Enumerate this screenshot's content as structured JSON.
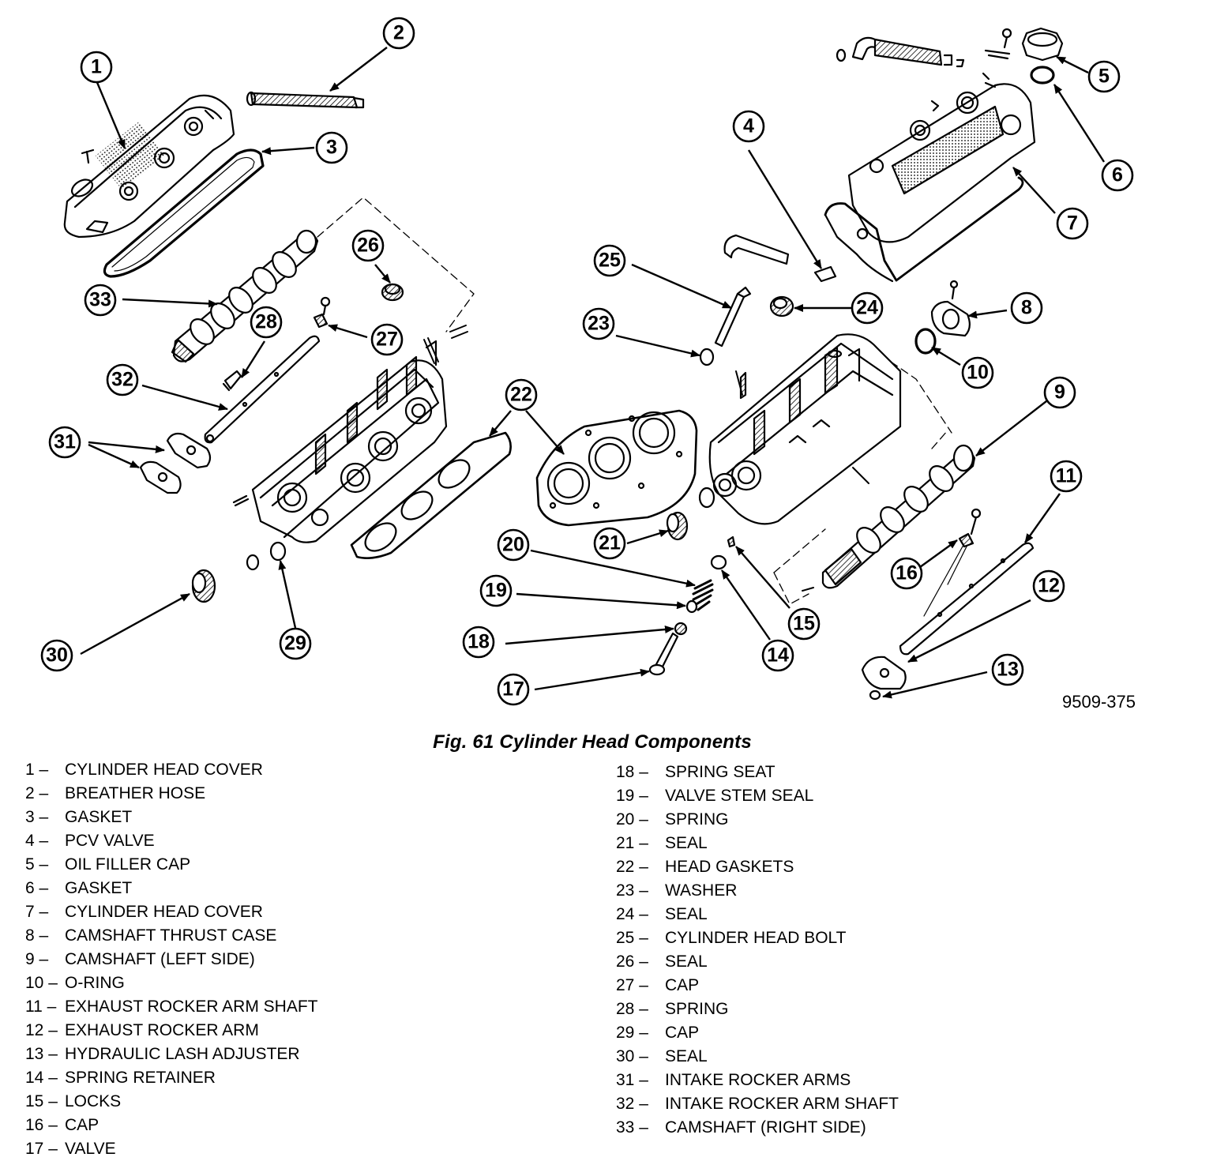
{
  "figure": {
    "title": "Fig. 61 Cylinder Head Components",
    "drawing_id": "9509-375"
  },
  "callouts": [
    "1",
    "2",
    "3",
    "4",
    "5",
    "6",
    "7",
    "8",
    "9",
    "10",
    "11",
    "12",
    "13",
    "14",
    "15",
    "16",
    "17",
    "18",
    "19",
    "20",
    "21",
    "22",
    "23",
    "24",
    "25",
    "26",
    "27",
    "28",
    "29",
    "30",
    "31",
    "32",
    "33"
  ],
  "legend_left": [
    {
      "num": "1 –",
      "label": "CYLINDER HEAD COVER"
    },
    {
      "num": "2 –",
      "label": "BREATHER HOSE"
    },
    {
      "num": "3 –",
      "label": "GASKET"
    },
    {
      "num": "4 –",
      "label": "PCV VALVE"
    },
    {
      "num": "5 –",
      "label": "OIL FILLER CAP"
    },
    {
      "num": "6 –",
      "label": "GASKET"
    },
    {
      "num": "7 –",
      "label": "CYLINDER HEAD COVER"
    },
    {
      "num": "8 –",
      "label": "CAMSHAFT THRUST CASE"
    },
    {
      "num": "9 –",
      "label": "CAMSHAFT (LEFT SIDE)"
    },
    {
      "num": "10 –",
      "label": "O-RING"
    },
    {
      "num": "11 –",
      "label": "EXHAUST ROCKER ARM SHAFT"
    },
    {
      "num": "12 –",
      "label": "EXHAUST ROCKER ARM"
    },
    {
      "num": "13 –",
      "label": "HYDRAULIC LASH ADJUSTER"
    },
    {
      "num": "14 –",
      "label": "SPRING RETAINER"
    },
    {
      "num": "15 –",
      "label": "LOCKS"
    },
    {
      "num": "16 –",
      "label": "CAP"
    },
    {
      "num": "17 –",
      "label": "VALVE"
    }
  ],
  "legend_right": [
    {
      "num": "18 –",
      "label": "SPRING SEAT"
    },
    {
      "num": "19 –",
      "label": "VALVE STEM SEAL"
    },
    {
      "num": "20 –",
      "label": "SPRING"
    },
    {
      "num": "21 –",
      "label": "SEAL"
    },
    {
      "num": "22 –",
      "label": "HEAD GASKETS"
    },
    {
      "num": "23 –",
      "label": "WASHER"
    },
    {
      "num": "24 –",
      "label": "SEAL"
    },
    {
      "num": "25 –",
      "label": "CYLINDER HEAD BOLT"
    },
    {
      "num": "26 –",
      "label": "SEAL"
    },
    {
      "num": "27 –",
      "label": "CAP"
    },
    {
      "num": "28 –",
      "label": "SPRING"
    },
    {
      "num": "29 –",
      "label": "CAP"
    },
    {
      "num": "30 –",
      "label": "SEAL"
    },
    {
      "num": "31 –",
      "label": "INTAKE ROCKER ARMS"
    },
    {
      "num": "32 –",
      "label": "INTAKE ROCKER ARM SHAFT"
    },
    {
      "num": "33 –",
      "label": "CAMSHAFT (RIGHT SIDE)"
    }
  ]
}
